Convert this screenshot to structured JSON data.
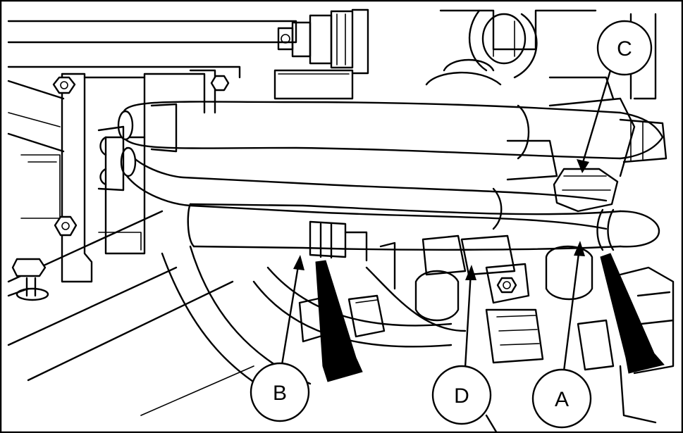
{
  "figure": {
    "colors": {
      "stroke": "#000000",
      "background": "#ffffff"
    },
    "callouts": [
      {
        "id": "A",
        "label": "A"
      },
      {
        "id": "B",
        "label": "B"
      },
      {
        "id": "C",
        "label": "C"
      },
      {
        "id": "D",
        "label": "D"
      }
    ],
    "flow_arrows": [
      "flow-arrow-left",
      "flow-arrow-right"
    ]
  }
}
